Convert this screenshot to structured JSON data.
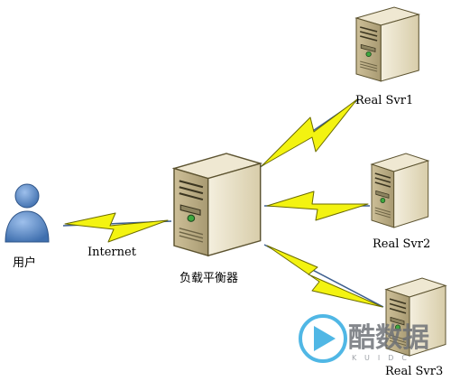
{
  "nodes": {
    "user": {
      "label": "用户"
    },
    "load_balancer": {
      "label": "负载平衡器"
    },
    "svr1": {
      "label": "Real Svr1"
    },
    "svr2": {
      "label": "Real Svr2"
    },
    "svr3": {
      "label": "Real Svr3"
    }
  },
  "edges": {
    "internet": {
      "label": "Internet"
    }
  },
  "watermark": {
    "title": "酷数据",
    "subtitle": "KUIDC"
  },
  "colors": {
    "lightning": "#f3f311",
    "lightning_stroke": "#6b6b00",
    "link_line": "#3d5f8f",
    "server_face": "#e7dfc6",
    "server_side": "#bfb28c",
    "user_body": "#5a86c4",
    "watermark_play": "#2aa8e0"
  }
}
